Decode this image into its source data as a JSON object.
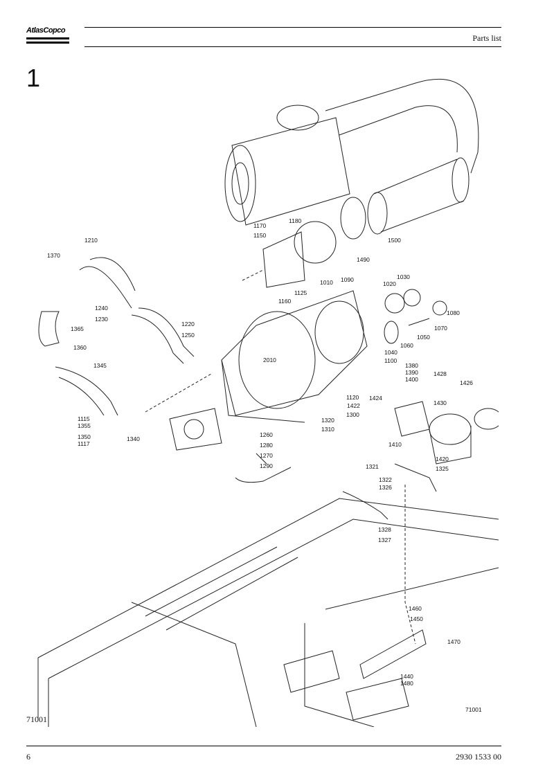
{
  "header": {
    "logo_text": "AtlasCopco",
    "title": "Parts list"
  },
  "section_number": "1",
  "drawing": {
    "code": "71001",
    "inner_code": "71001",
    "callouts": [
      "1210",
      "1370",
      "1240",
      "1230",
      "1365",
      "1360",
      "1345",
      "1115",
      "1355",
      "1350",
      "1117",
      "1340",
      "1220",
      "1250",
      "1170",
      "1180",
      "1150",
      "1160",
      "1125",
      "1010",
      "1090",
      "1020",
      "1030",
      "1080",
      "1070",
      "1050",
      "1060",
      "1040",
      "1490",
      "1500",
      "2010",
      "1100",
      "1380",
      "1390",
      "1400",
      "1428",
      "1426",
      "1120",
      "1422",
      "1424",
      "1430",
      "1320",
      "1310",
      "1300",
      "1410",
      "1260",
      "1280",
      "1270",
      "1290",
      "1321",
      "1322",
      "1326",
      "1420",
      "1325",
      "1328",
      "1327",
      "1460",
      "1450",
      "1470",
      "1440",
      "1480"
    ]
  },
  "footer": {
    "page_number": "6",
    "doc_number": "2930 1533 00"
  }
}
